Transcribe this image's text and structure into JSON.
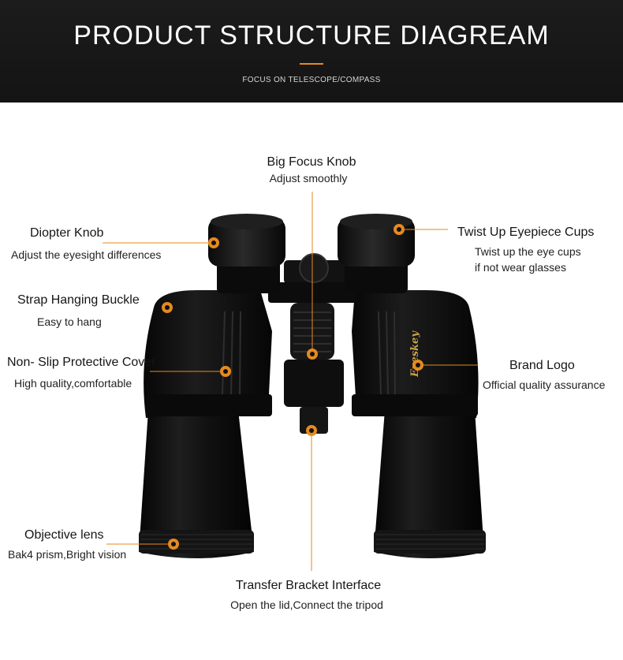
{
  "header": {
    "title": "PRODUCT STRUCTURE DIAGREAM",
    "subtitle": "FOCUS ON TELESCOPE/COMPASS"
  },
  "brand": {
    "logo_text": "Eyeskey"
  },
  "colors": {
    "accent": "#e58a1f",
    "header_bg": "#161616",
    "body": "#0b0b0b"
  },
  "callouts": [
    {
      "id": "focus-knob",
      "title": "Big Focus Knob",
      "desc": "Adjust smoothly"
    },
    {
      "id": "diopter-knob",
      "title": "Diopter Knob",
      "desc": "Adjust the eyesight differences"
    },
    {
      "id": "eyepiece-cups",
      "title": "Twist Up Eyepiece Cups",
      "desc": "Twist up the eye cups",
      "desc2": "if not wear glasses"
    },
    {
      "id": "strap-buckle",
      "title": "Strap Hanging Buckle",
      "desc": "Easy to hang"
    },
    {
      "id": "protective-cover",
      "title": "Non- Slip Protective Cover",
      "desc": "High quality,comfortable"
    },
    {
      "id": "brand-logo",
      "title": "Brand  Logo",
      "desc": "Official quality assurance"
    },
    {
      "id": "objective-lens",
      "title": "Objective lens",
      "desc": "Bak4 prism,Bright vision"
    },
    {
      "id": "bracket-interface",
      "title": "Transfer Bracket Interface",
      "desc": "Open the lid,Connect the tripod"
    }
  ]
}
